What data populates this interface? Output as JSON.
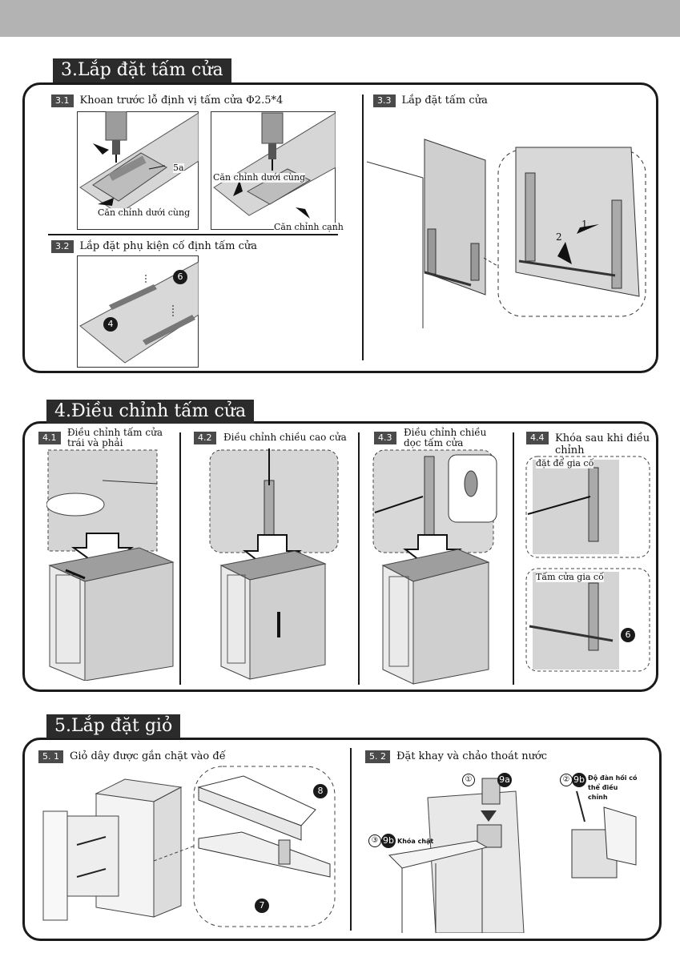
{
  "sections": {
    "s3": {
      "title": "3.Lắp đặt tấm cửa",
      "step_3_1": {
        "num": "3.1",
        "text": "Khoan trước lỗ định vị tấm cửa Φ2.5*4",
        "callout_5a": "5a",
        "label_bottom_align_1": "Căn chỉnh dưới cùng",
        "label_bottom_align_2": "Căn chỉnh dưới cùng",
        "label_side_align": "Căn chỉnh cạnh"
      },
      "step_3_2": {
        "num": "3.2",
        "text": "Lắp đặt phụ kiện cố định tấm cửa",
        "callout_6": "6",
        "callout_4": "4"
      },
      "step_3_3": {
        "num": "3.3",
        "text": "Lắp đặt tấm cửa",
        "arrow_1": "1",
        "arrow_2": "2"
      }
    },
    "s4": {
      "title": "4.Điều chỉnh tấm cửa",
      "step_4_1": {
        "num": "4.1",
        "text": "Điều chỉnh tấm cửa trái và phải"
      },
      "step_4_2": {
        "num": "4.2",
        "text": "Điều chỉnh chiều cao cửa"
      },
      "step_4_3": {
        "num": "4.3",
        "text": "Điều chỉnh chiều dọc tấm cửa"
      },
      "step_4_4": {
        "num": "4.4",
        "text": "Khóa sau khi điều chỉnh",
        "label_fixed": "đặt để gia cố",
        "label_door": "Tấm cửa gia cố",
        "callout_6": "6"
      }
    },
    "s5": {
      "title": "5.Lắp đặt giỏ",
      "step_5_1": {
        "num": "5. 1",
        "text": "Giỏ dây được gắn chặt vào đế",
        "callout_8": "8",
        "callout_7": "7"
      },
      "step_5_2": {
        "num": "5. 2",
        "text": "Đặt khay và chảo thoát nước",
        "n1": "①",
        "tag_9a": "9a",
        "n2": "②",
        "tag_9b_a": "9b",
        "label_elastic": "Độ đàn hồi có thể điều chỉnh",
        "n3": "③",
        "tag_9b_b": "9b",
        "label_lock": "Khóa chặt"
      }
    }
  }
}
